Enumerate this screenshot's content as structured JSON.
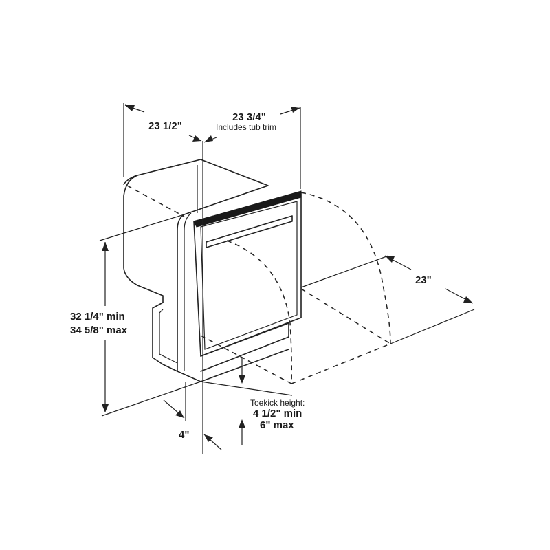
{
  "diagram": {
    "labels": {
      "depth_back": "23 1/2\"",
      "depth_total": "23 3/4\"",
      "depth_total_note": "Includes tub trim",
      "door_swing": "23\"",
      "height_min": "32 1/4\" min",
      "height_max": "34 5/8\" max",
      "toekick_title": "Toekick height:",
      "toekick_min": "4 1/2\" min",
      "toekick_max": "6\" max",
      "toekick_depth": "4\""
    },
    "colors": {
      "line": "#222222",
      "background": "#ffffff",
      "handle": "#1a1a1a"
    }
  }
}
